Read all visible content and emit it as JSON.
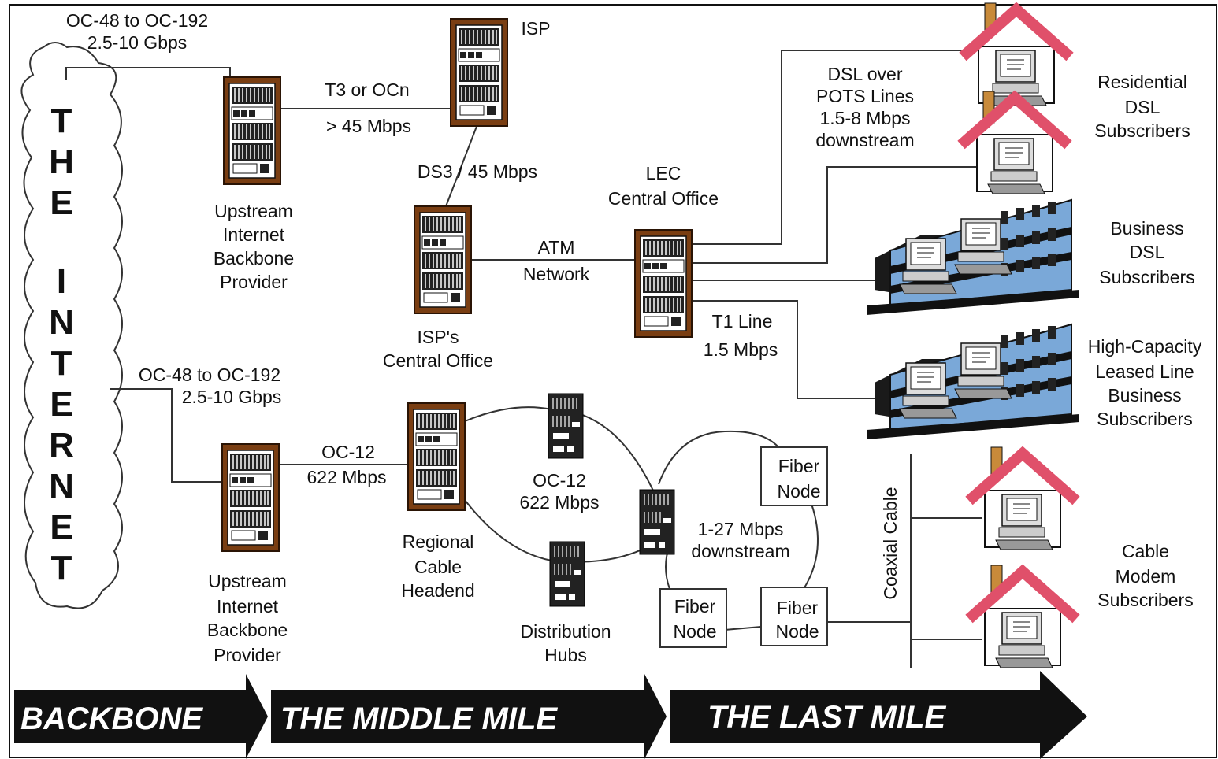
{
  "internet_cloud_letters": [
    "T",
    "H",
    "E",
    "I",
    "N",
    "T",
    "E",
    "R",
    "N",
    "E",
    "T"
  ],
  "labels": {
    "top_link": [
      "OC-48 to OC-192",
      "2.5-10 Gbps"
    ],
    "t3_link": [
      "T3 or OCn",
      "> 45 Mbps"
    ],
    "isp": "ISP",
    "ds3": "DS3 / 45 Mbps",
    "upstream_top": [
      "Upstream",
      "Internet",
      "Backbone",
      "Provider"
    ],
    "atm": [
      "ATM",
      "Network"
    ],
    "isp_co": [
      "ISP's",
      "Central Office"
    ],
    "lec": [
      "LEC",
      "Central Office"
    ],
    "dsl_over": [
      "DSL over",
      "POTS Lines",
      "1.5-8 Mbps",
      "downstream"
    ],
    "t1": [
      "T1 Line",
      "1.5 Mbps"
    ],
    "residential": [
      "Residential",
      "DSL",
      "Subscribers"
    ],
    "business": [
      "Business",
      "DSL",
      "Subscribers"
    ],
    "high_capacity": [
      "High-Capacity",
      "Leased Line",
      "Business",
      "Subscribers"
    ],
    "bottom_link": [
      "OC-48 to OC-192",
      "2.5-10 Gbps"
    ],
    "oc12_a": [
      "OC-12",
      "622 Mbps"
    ],
    "oc12_b": [
      "OC-12",
      "622 Mbps"
    ],
    "upstream_bottom": [
      "Upstream",
      "Internet",
      "Backbone",
      "Provider"
    ],
    "regional": [
      "Regional",
      "Cable",
      "Headend"
    ],
    "distribution": [
      "Distribution",
      "Hubs"
    ],
    "downstream": [
      "1-27 Mbps",
      "downstream"
    ],
    "fiber_node_a": [
      "Fiber",
      "Node"
    ],
    "fiber_node_b": [
      "Fiber",
      "Node"
    ],
    "fiber_node_c": [
      "Fiber",
      "Node"
    ],
    "coax": "Coaxial Cable",
    "cable_modem": [
      "Cable",
      "Modem",
      "Subscribers"
    ]
  },
  "arrows": {
    "backbone": "BACKBONE",
    "middle_mile": "THE MIDDLE MILE",
    "last_mile": "THE LAST MILE"
  },
  "colors": {
    "rack_wood": "#7a3e12",
    "roof": "#e0506a",
    "building_blue": "#7aa8d8",
    "arrow_fill": "#111111"
  }
}
